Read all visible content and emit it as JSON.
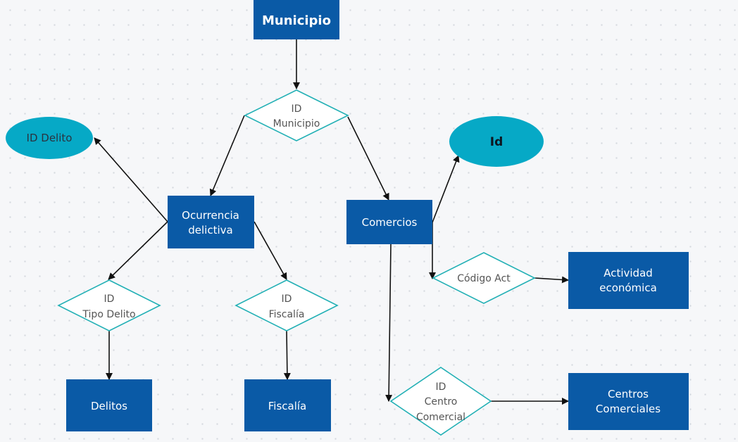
{
  "colors": {
    "entity_fill": "#0a5aa6",
    "attribute_fill": "#06a9c6",
    "relation_stroke": "#22b0b5",
    "connector": "#111111"
  },
  "entities": {
    "municipio": "Municipio",
    "ocurrencia": [
      "Ocurrencia",
      "delictiva"
    ],
    "comercios": "Comercios",
    "delitos": "Delitos",
    "fiscalia": "Fiscalía",
    "actividad": [
      "Actividad",
      "económica"
    ],
    "centros": [
      "Centros",
      "Comerciales"
    ]
  },
  "attributes": {
    "id_delito": "ID Delito",
    "id": "Id"
  },
  "relations": {
    "id_municipio": [
      "ID",
      "Municipio"
    ],
    "id_tipo_delito": [
      "ID",
      "Tipo Delito"
    ],
    "id_fiscalia": [
      "ID",
      "Fiscalía"
    ],
    "codigo_act": "Código Act",
    "id_centro_comercial": [
      "ID",
      "Centro",
      "Comercial"
    ]
  }
}
